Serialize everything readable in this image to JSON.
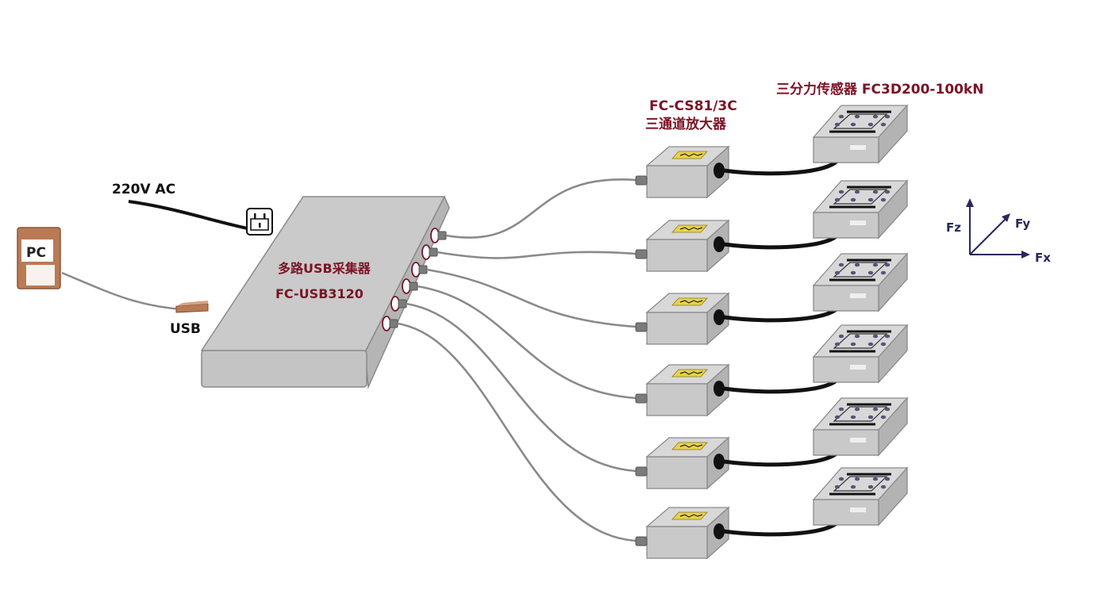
{
  "colors": {
    "device_face": "#c9c9c9",
    "device_top": "#d8d8d8",
    "device_side": "#b3b3b3",
    "outline": "#8a8a8a",
    "title_red": "#7a1426",
    "axis_navy": "#28285a",
    "pc_brown": "#b97a55",
    "cable_gray": "#8a8a8a",
    "cable_black": "#111111",
    "badge_yellow": "#e8d24a"
  },
  "pc": {
    "label": "PC",
    "icon": "pc-tower-icon"
  },
  "usb": {
    "label": "USB",
    "icon": "usb-plug-icon"
  },
  "power": {
    "label": "220V AC",
    "icon": "power-socket-icon"
  },
  "collector": {
    "name_cn": "多路USB采集器",
    "model": "FC-USB3120",
    "port_count": 6
  },
  "amplifier": {
    "model": "FC-CS81/3C",
    "name_cn": "三通道放大器",
    "count": 6,
    "icon": "amplifier-box-icon"
  },
  "sensor": {
    "title": "三分力传感器 FC3D200-100kN",
    "count": 6,
    "icon": "force-sensor-icon"
  },
  "axes": {
    "fz": "Fz",
    "fy": "Fy",
    "fx": "Fx"
  }
}
